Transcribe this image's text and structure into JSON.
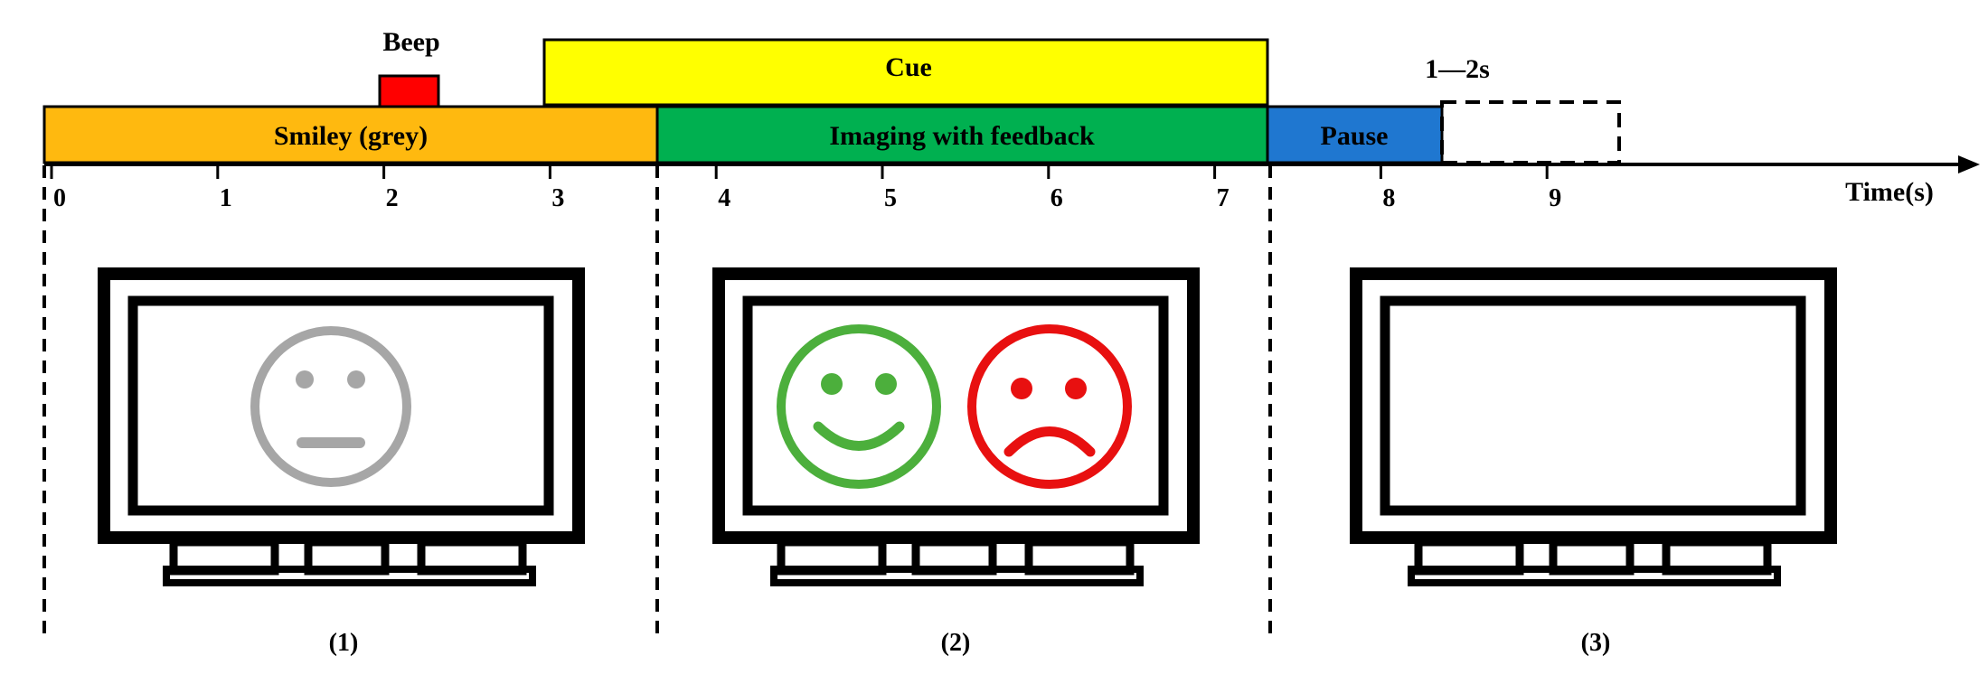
{
  "timeline": {
    "beep_label": "Beep",
    "cue_label": "Cue",
    "extra_label": "1—2s",
    "axis_label": "Time(s)",
    "ticks": [
      "0",
      "1",
      "2",
      "3",
      "4",
      "5",
      "6",
      "7",
      "8",
      "9"
    ],
    "segments": {
      "smiley": "Smiley (grey)",
      "imaging": "Imaging with feedback",
      "pause": "Pause"
    },
    "colors": {
      "smiley": "#FFB90F",
      "imaging": "#00B050",
      "pause": "#1F77D0",
      "cue": "#FFFF00",
      "beep": "#FF0000"
    }
  },
  "panels": [
    {
      "label": "(1)",
      "content": "neutral grey face"
    },
    {
      "label": "(2)",
      "content": "happy green face and sad red face"
    },
    {
      "label": "(3)",
      "content": "blank screen"
    }
  ],
  "face_colors": {
    "neutral": "#A6A6A6",
    "happy": "#4CAF3C",
    "sad": "#E81010"
  }
}
